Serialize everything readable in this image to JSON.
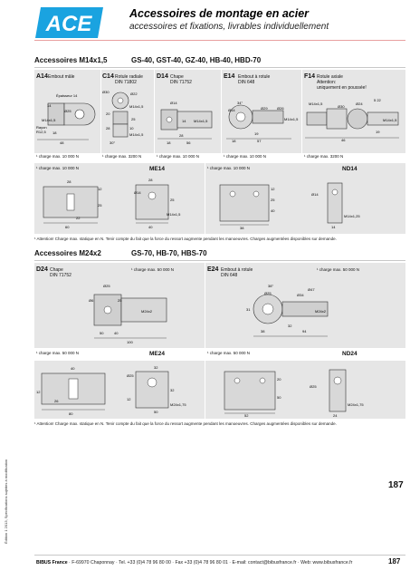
{
  "header": {
    "brand": "ACE",
    "title": "Accessoires de montage en acier",
    "subtitle": "accessoires et fixations, livrables individuellement",
    "brand_color": "#1aa3e0"
  },
  "section1": {
    "title": "Accessoires M14x1,5",
    "models": "GS-40, GST-40, GZ-40, HB-40, HBD-70",
    "parts": [
      {
        "code": "A14",
        "name": "Embout mâle",
        "charge": "¹ charge max. 10 000 N"
      },
      {
        "code": "C14",
        "name": "Rotule radiale",
        "name2": "DIN 71802",
        "charge": "¹ charge max. 3200 N"
      },
      {
        "code": "D14",
        "name": "Chape",
        "name2": "DIN 71752",
        "charge": "¹ charge max. 10 000 N"
      },
      {
        "code": "E14",
        "name": "Embout à rotule",
        "name2": "DIN 648",
        "charge": "¹ charge max. 10 000 N"
      },
      {
        "code": "F14",
        "name": "Rotule axiale",
        "name2": "Attention:",
        "name3": "uniquement en poussée!",
        "charge": "¹ charge max. 3200 N"
      }
    ],
    "row2": [
      {
        "charge": "¹ charge max. 10 000 N",
        "model": "ME14"
      },
      {
        "charge": "¹ charge max. 10 000 N",
        "model": "ND14"
      }
    ],
    "note": "¹ Attention! Charge max. statique en N. Tenir compte du fait que la force du ressort augmente pendant les manoeuvres. Charges augmentées disponibles sur demande."
  },
  "section2": {
    "title": "Accessoires M24x2",
    "models": "GS-70, HB-70, HBS-70",
    "parts": [
      {
        "code": "D24",
        "name": "Chape",
        "name2": "DIN 71752",
        "charge": "¹ charge max. 50 000 N"
      },
      {
        "code": "E24",
        "name": "Embout à rotule",
        "name2": "DIN 648",
        "charge": "¹ charge max. 50 000 N"
      }
    ],
    "row2": [
      {
        "charge": "¹ charge max. 50 000 N",
        "model": "ME24"
      },
      {
        "charge": "¹ charge max. 50 000 N",
        "model": "ND24"
      }
    ],
    "note": "¹ Attention! Charge max. statique en N. Tenir compte du fait que la force du ressort augmente pendant les manoeuvres. Charges augmentées disponibles sur demande."
  },
  "dims": {
    "a14": [
      "Épaisseur 14",
      "14",
      "Ø25",
      "M14x1,5",
      "Rayon",
      "R12,5",
      "18",
      "48"
    ],
    "c14": [
      "Ø30",
      "Ø22",
      "M14x1,5",
      "20",
      "25",
      "28",
      "10",
      "M14x1,5",
      "30°"
    ],
    "d14": [
      "Ø14",
      "M14x1,5",
      "14",
      "28",
      "56",
      "18"
    ],
    "e14": [
      "34°",
      "Ø14",
      "Ø29",
      "Ø26",
      "19",
      "M14x1,5",
      "57",
      "18"
    ],
    "f14": [
      "M14x1,5",
      "Ø30",
      "Ø24",
      "5 22",
      "M14x1,5",
      "46",
      "19"
    ],
    "me14": [
      "28",
      "12",
      "25",
      "22",
      "60"
    ],
    "me14b": [
      "28",
      "Ø14",
      "25",
      "M14x1,5",
      "40"
    ],
    "nd14": [
      "12",
      "25",
      "40",
      "38"
    ],
    "nd14b": [
      "Ø14",
      "M14x1,25",
      "14"
    ],
    "d24": [
      "Ø25",
      "Ø6",
      "25",
      "M24x2",
      "50",
      "100",
      "40"
    ],
    "e24": [
      "38°",
      "Ø25",
      "Ø34",
      "Ø47",
      "31",
      "M24x2",
      "32",
      "38",
      "94"
    ],
    "me24": [
      "40",
      "12",
      "26",
      "80"
    ],
    "me24b": [
      "32",
      "Ø25",
      "32",
      "12",
      "50",
      "M24x1,75"
    ],
    "nd24": [
      "20",
      "50",
      "52"
    ],
    "nd24b": [
      "Ø25",
      "M24x1,75",
      "24"
    ]
  },
  "side_text": "Édition 1 2013, Spécifications sujettes à modification",
  "page_number": "187",
  "footer": {
    "company": "BIBUS France",
    "text": " · F-69970 Chaponnay · Tel. +33 (0)4 78 96 80 00 · Fax +33 (0)4 78 96 80 01 · E-mail: contact@bibusfrance.fr · Web: www.bibusfrance.fr",
    "page": "187"
  }
}
